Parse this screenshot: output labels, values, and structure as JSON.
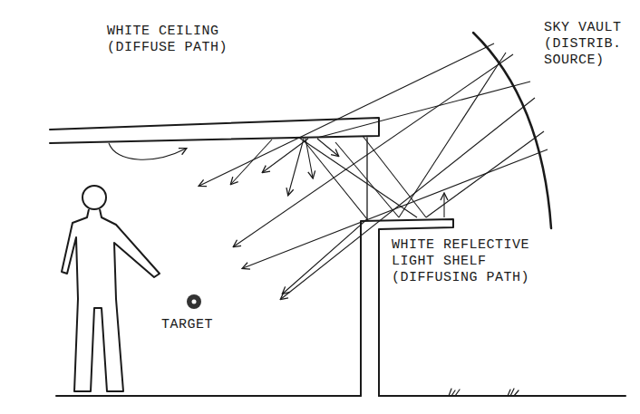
{
  "diagram": {
    "labels": [
      "WHITE CEILING (DIFFUSE PATH)",
      "SKY VAULT (DISTRIB. SOURCE)",
      "WHITE REFLECTIVE LIGHT SHELF (DIFFUSING PATH)",
      "TARGET"
    ]
  }
}
